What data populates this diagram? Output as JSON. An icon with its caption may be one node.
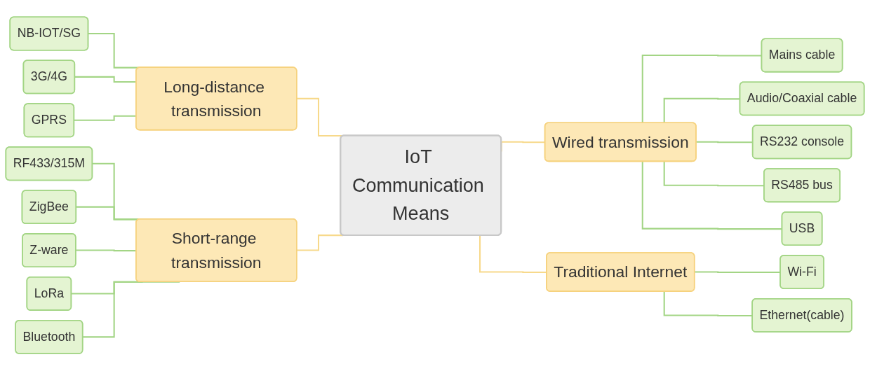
{
  "diagram": {
    "nodes": [
      {
        "text": [
          "IoT Communication Means"
        ]
      },
      {
        "text": [
          "Long-distance transmission"
        ]
      },
      {
        "text": [
          "NB-IOT/SG"
        ]
      },
      {
        "text": [
          "3G/4G"
        ]
      },
      {
        "text": [
          "GPRS"
        ]
      },
      {
        "text": [
          "Short-range transmission"
        ]
      },
      {
        "text": [
          "RF433/315M"
        ]
      },
      {
        "text": [
          "ZigBee"
        ]
      },
      {
        "text": [
          "Z-ware"
        ]
      },
      {
        "text": [
          "LoRa"
        ]
      },
      {
        "text": [
          "Bluetooth"
        ]
      },
      {
        "text": [
          "Wired transmission"
        ]
      },
      {
        "text": [
          "Mains cable"
        ]
      },
      {
        "text": [
          "Audio/Coaxial cable"
        ]
      },
      {
        "text": [
          "RS232 console"
        ]
      },
      {
        "text": [
          "RS485 bus"
        ]
      },
      {
        "text": [
          "USB"
        ]
      },
      {
        "text": [
          "Traditional Internet"
        ]
      },
      {
        "text": [
          "Wi-Fi"
        ]
      },
      {
        "text": [
          "Ethernet(cable)"
        ]
      }
    ],
    "edges": [
      {
        "from": 0,
        "to": 1,
        "arrow": "none",
        "color": "#f7d98b"
      },
      {
        "from": 1,
        "to": 2,
        "arrow": "none"
      },
      {
        "from": 1,
        "to": 3,
        "arrow": "none"
      },
      {
        "from": 1,
        "to": 4,
        "arrow": "none"
      },
      {
        "from": 0,
        "to": 5,
        "arrow": "none",
        "color": "#f7d98b"
      },
      {
        "from": 5,
        "to": 6,
        "arrow": "none"
      },
      {
        "from": 5,
        "to": 7,
        "arrow": "none"
      },
      {
        "from": 5,
        "to": 8,
        "arrow": "none"
      },
      {
        "from": 5,
        "to": 9,
        "arrow": "none"
      },
      {
        "from": 5,
        "to": 10,
        "arrow": "none"
      },
      {
        "from": 0,
        "to": 11,
        "arrow": "none",
        "color": "#f7d98b"
      },
      {
        "from": 11,
        "to": 12,
        "arrow": "none"
      },
      {
        "from": 11,
        "to": 13,
        "arrow": "none"
      },
      {
        "from": 11,
        "to": 14,
        "arrow": "none"
      },
      {
        "from": 11,
        "to": 15,
        "arrow": "none"
      },
      {
        "from": 11,
        "to": 16,
        "arrow": "none"
      },
      {
        "from": 0,
        "to": 17,
        "arrow": "none",
        "color": "#f7d98b"
      },
      {
        "from": 17,
        "to": 18,
        "arrow": "none"
      },
      {
        "from": 17,
        "to": 19,
        "arrow": "none"
      }
    ]
  }
}
